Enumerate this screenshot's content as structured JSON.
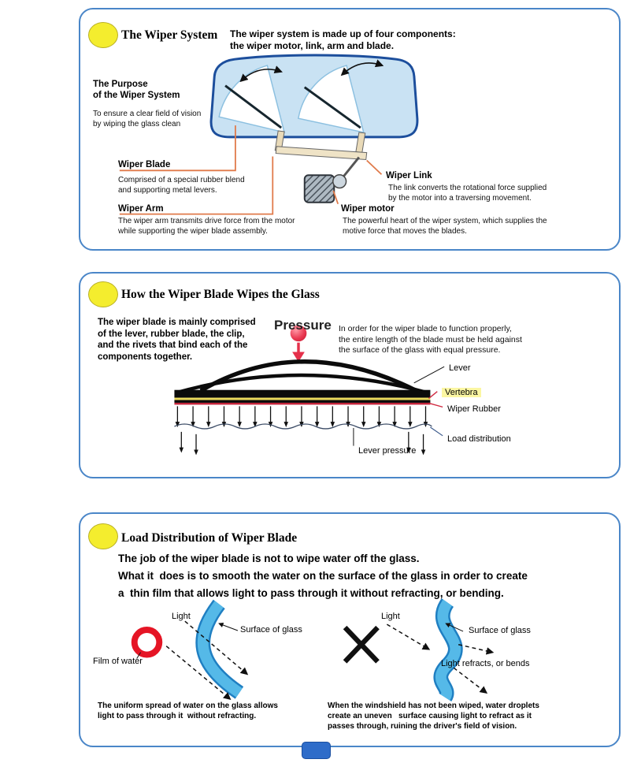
{
  "panel1": {
    "title": "The Wiper System",
    "intro": [
      "The wiper system is made up of four components:",
      "the wiper motor, link, arm and blade."
    ],
    "purpose_heading": [
      "The Purpose",
      "of the Wiper System"
    ],
    "purpose_text": [
      "To ensure a clear field of vision",
      "by wiping the glass clean"
    ],
    "blade": {
      "label": "Wiper Blade",
      "desc": [
        "Comprised of a special rubber blend",
        "and supporting metal levers."
      ]
    },
    "link": {
      "label": "Wiper Link",
      "desc": [
        "The link converts the rotational force supplied",
        "by the motor into a traversing movement."
      ]
    },
    "arm": {
      "label": "Wiper Arm",
      "desc": [
        "The wiper arm transmits drive force from the motor",
        "while supporting the wiper blade assembly."
      ]
    },
    "motor": {
      "label": "Wiper motor",
      "desc": [
        "The powerful heart of the wiper system, which supplies the",
        "motive force that moves the blades."
      ]
    }
  },
  "panel2": {
    "title": "How the Wiper Blade Wipes the Glass",
    "left_text": [
      "The wiper blade is mainly comprised",
      "of the lever, rubber blade, the clip,",
      "and the rivets that bind each of the",
      "components together."
    ],
    "pressure": "Pressure",
    "right_text": [
      "In order for the wiper blade to function properly,",
      "the entire length of the blade must be held against",
      "the surface of the glass with equal pressure."
    ],
    "labels": {
      "lever": "Lever",
      "vertebra": "Vertebra",
      "wiper_rubber": "Wiper Rubber",
      "load_distribution": "Load distribution",
      "lever_pressure": "Lever pressure"
    }
  },
  "panel3": {
    "title": "Load Distribution of Wiper Blade",
    "body": [
      "The job of the wiper blade is not to wipe water off the glass.",
      "What it  does is to smooth the water on the surface of the glass in order to create",
      "a  thin film that allows light to pass through it without refracting, or bending."
    ],
    "left": {
      "light": "Light",
      "surface": "Surface of glass",
      "film": "Film of water",
      "caption": [
        "The uniform spread of water on the glass allows",
        "light to pass through it  without refracting."
      ]
    },
    "right": {
      "light": "Light",
      "surface": "Surface of glass",
      "refracts": "Light refracts, or bends",
      "caption": [
        "When the windshield has not been wiped, water droplets",
        "create an uneven   surface causing light to refract as it",
        "passes through, ruining the driver's field of vision."
      ]
    }
  },
  "colors": {
    "panel_border_blue": "#4a86c8",
    "bullet_yellow": "#f4ed2e",
    "pointer_orange": "#e07a4a",
    "pressure_red": "#e5304a",
    "glass_blue": "#55b9e8",
    "windshield_blue": "#c9e2f3",
    "vertebra_highlight": "#fbf6a2",
    "film_ring_red": "#e51525"
  }
}
